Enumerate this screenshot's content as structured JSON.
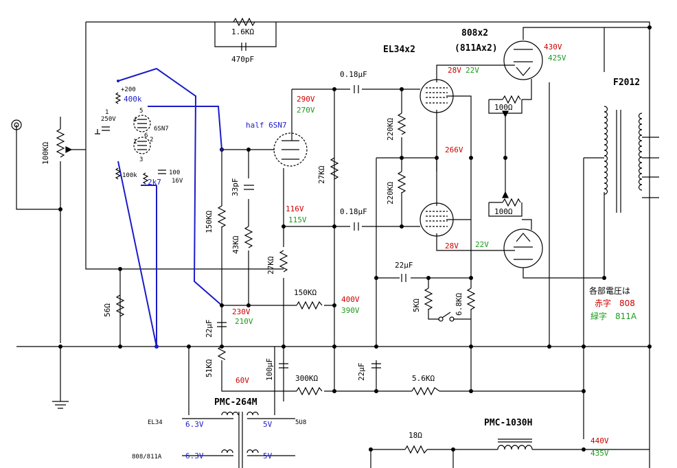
{
  "labels": {
    "r_fb": "1.6KΩ",
    "c_fb": "470pF",
    "out_tube": "808x2",
    "out_tube_alt": "(811Ax2)",
    "driver": "EL34x2",
    "c_coup_top": "0.18μF",
    "c_coup_bot": "0.18μF",
    "r_220k_top": "220KΩ",
    "r_220k_bot": "220KΩ",
    "pot_in": "100KΩ",
    "r_56": "56Ω",
    "v_200": "+200",
    "r_400k": "400k",
    "c_1_250": "1",
    "c_1_250_v": "250V",
    "tube_6sn7": "6SN7",
    "pin4": "4",
    "pin5": "5",
    "pin6": "6",
    "pin1": "1",
    "pin2": "2",
    "pin3": "3",
    "r_100k_k": "100k",
    "c_100_16": "100",
    "c_100_16_v": "16V",
    "r_2k7": "2k7",
    "half_tube": "half 6SN7",
    "r_150k_left": "150KΩ",
    "c_33p": "33pF",
    "r_43k": "43KΩ",
    "r_27k_top": "27KΩ",
    "r_27k_bot": "27KΩ",
    "r_150k_mid": "150KΩ",
    "c_22u_left": "22μF",
    "c_22u_kn": "22μF",
    "r_5k": "5KΩ",
    "r_6k8": "6.8KΩ",
    "r_100_top": "100Ω",
    "r_100_bot": "100Ω",
    "r_51k": "51KΩ",
    "c_100u": "100μF",
    "r_300k": "300KΩ",
    "c_22u_bot": "22μF",
    "r_5k6": "5.6KΩ",
    "transformer_pt": "PMC-264M",
    "transformer_choke": "PMC-1030H",
    "r_18": "18Ω",
    "heater_el34": "EL34",
    "heater_808": "808/811A",
    "heater_5u8": "5U8",
    "out_tx": "F2012",
    "legend_title": "各部電圧は",
    "legend_red": "赤字　808",
    "legend_green": "緑字　811A"
  },
  "voltages": {
    "v290": "290V",
    "v270": "270V",
    "v28a": "28V",
    "v22a": "22V",
    "v430": "430V",
    "v425": "425V",
    "v266": "266V",
    "v116": "116V",
    "v115": "115V",
    "v28b": "28V",
    "v22b": "22V",
    "v230": "230V",
    "v210": "210V",
    "v400": "400V",
    "v390": "390V",
    "v60": "60V",
    "v440": "440V",
    "v435": "435V",
    "h1": "6.3V",
    "h2": "5V",
    "h3": "6.3V",
    "h4": "5V"
  },
  "colors": {
    "red": "#cc0000",
    "green": "#1a9a1a",
    "blue": "#1a1ac8"
  }
}
